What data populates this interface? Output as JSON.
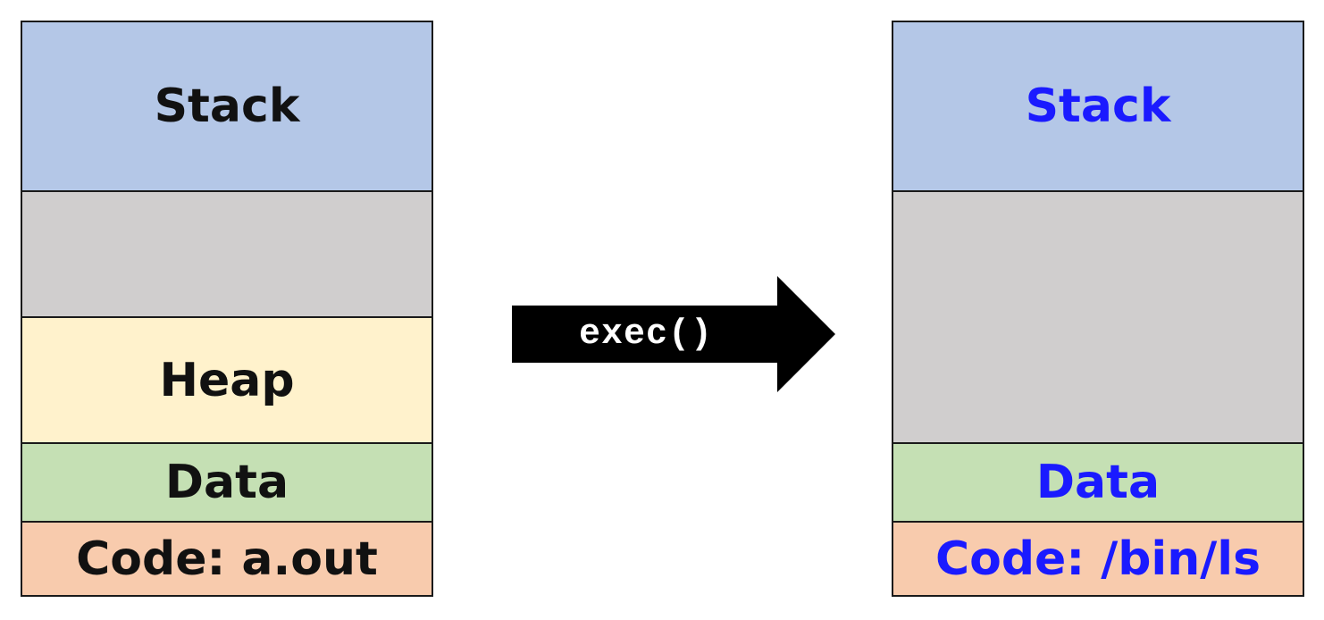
{
  "before": {
    "segments": {
      "stack": "Stack",
      "heap": "Heap",
      "data": "Data",
      "code": "Code: a.out"
    },
    "text_color": "#111111"
  },
  "transition": {
    "label": "exec()",
    "arrow_color": "#000000"
  },
  "after": {
    "segments": {
      "stack": "Stack",
      "data": "Data",
      "code": "Code: /bin/ls"
    },
    "text_color": "#1a1aff"
  },
  "colors": {
    "stack": "#b4c7e7",
    "free": "#d0cece",
    "heap": "#fff2cc",
    "data": "#c5e0b4",
    "code": "#f8cbad"
  }
}
